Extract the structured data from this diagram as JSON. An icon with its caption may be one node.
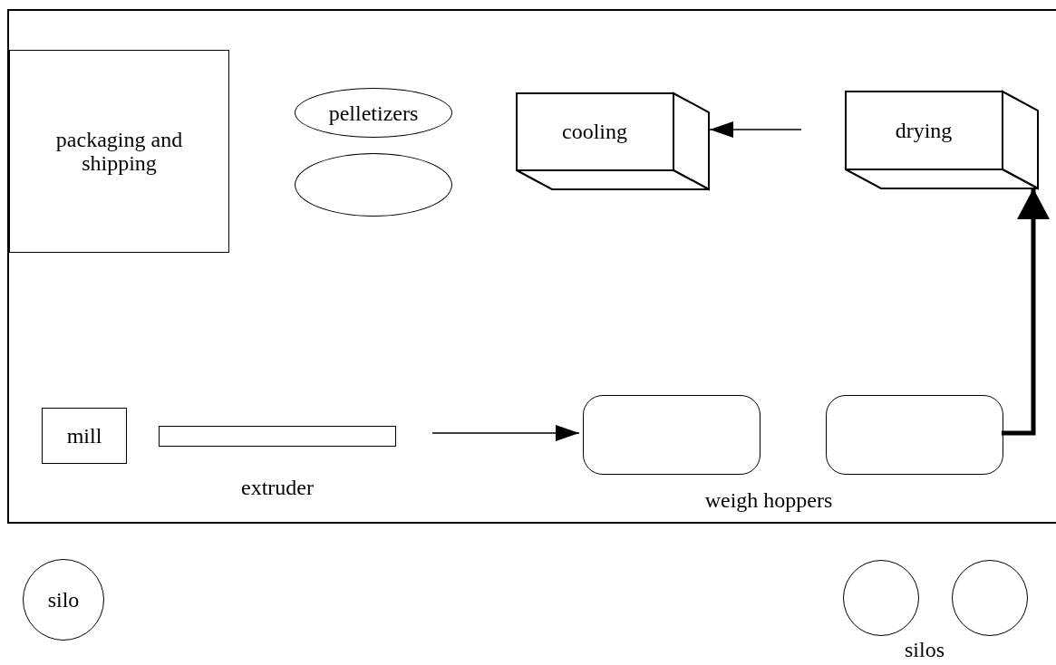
{
  "diagram": {
    "nodes": [
      {
        "text": [],
        "shape": "box"
      },
      {
        "text": [
          "packaging and shipping"
        ],
        "in": 0
      },
      {
        "text": [
          "pelletizers"
        ],
        "in": 0
      },
      {
        "text": [],
        "shape": "ellipse",
        "in": 0
      },
      {
        "text": [
          "cooling"
        ],
        "in": 0
      },
      {
        "text": [
          "drying"
        ],
        "in": 0
      },
      {
        "text": [
          "mill"
        ],
        "in": 0
      },
      {
        "text": [],
        "shape": "bar",
        "beside": [
          "extruder"
        ],
        "in": 0
      },
      {
        "text": [],
        "shape": "box",
        "in": 0
      },
      {
        "text": [],
        "shape": "box",
        "in": 0
      },
      {
        "text": [
          "silo"
        ]
      },
      {
        "text": [],
        "shape": "circle"
      },
      {
        "text": [],
        "shape": "circle"
      }
    ],
    "edges": [
      {
        "from": 7,
        "to": 8,
        "arrow": "to"
      },
      {
        "from": 9,
        "to": 5,
        "arrow": "to",
        "style": "thick"
      },
      {
        "from": 5,
        "to": 4,
        "arrow": "to"
      }
    ],
    "labels": [
      "weigh hoppers",
      "silos"
    ]
  }
}
